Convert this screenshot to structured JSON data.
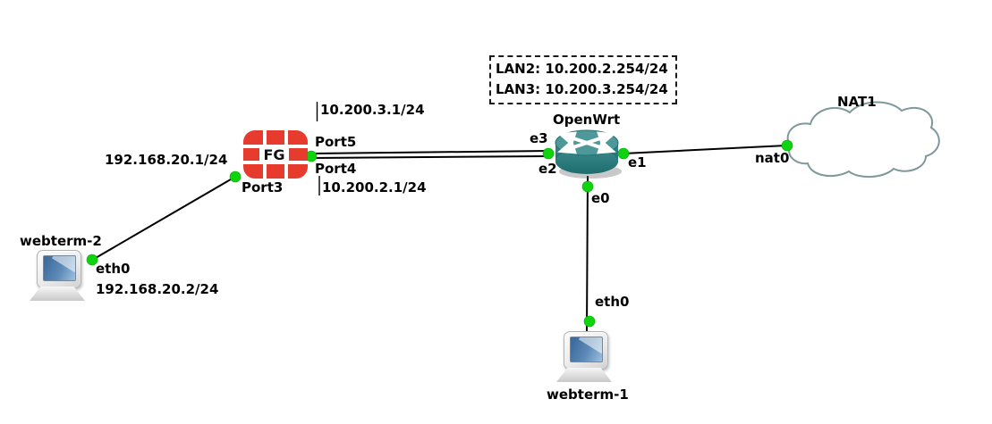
{
  "colors": {
    "background": "#ffffff",
    "firewall_red": "#e73c2d",
    "status_green": "#0fd30f",
    "router_teal_top": "#4f989a",
    "router_teal_body": "#2e7f81",
    "cloud_outline": "#7e989b",
    "link": "#000000"
  },
  "note": {
    "lines": [
      "LAN2: 10.200.2.254/24",
      "LAN3: 10.200.3.254/24"
    ]
  },
  "firewall": {
    "label": "FG",
    "ip_left": "192.168.20.1/24",
    "port3": "Port3",
    "port4": "Port4",
    "port5": "Port5",
    "ip_top": "10.200.3.1/24",
    "ip_bottom": "10.200.2.1/24"
  },
  "router": {
    "label": "OpenWrt",
    "e0": "e0",
    "e1": "e1",
    "e2": "e2",
    "e3": "e3"
  },
  "cloud": {
    "label": "NAT1",
    "nat0": "nat0"
  },
  "webterm2": {
    "label": "webterm-2",
    "eth0": "eth0",
    "ip": "192.168.20.2/24"
  },
  "webterm1": {
    "label": "webterm-1",
    "eth0": "eth0"
  }
}
